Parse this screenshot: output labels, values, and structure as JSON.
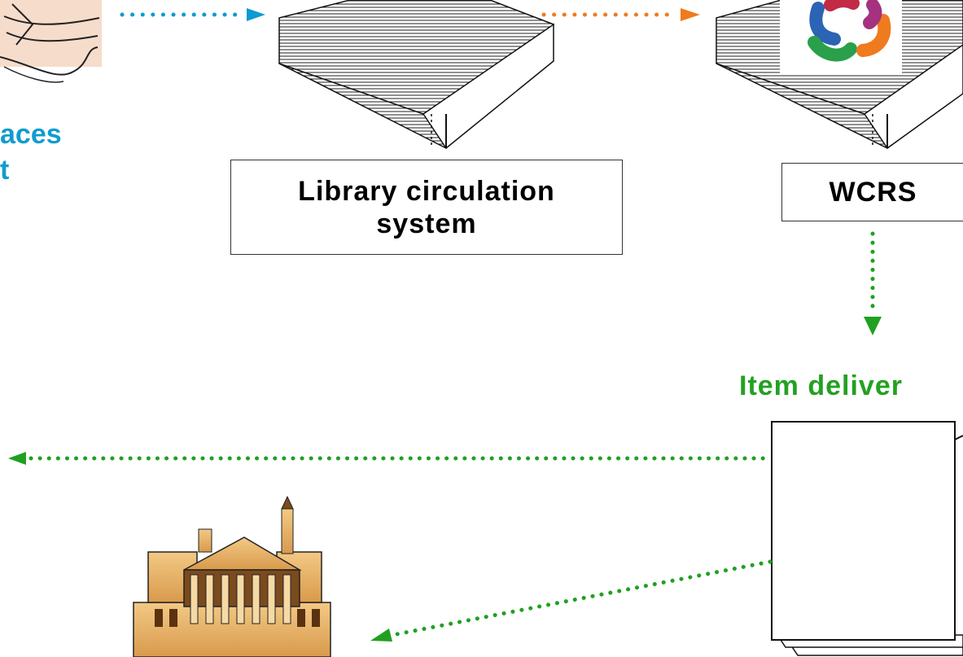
{
  "labels": {
    "user_places_line1": "aces",
    "user_places_line2": "t",
    "library_circulation": "Library circulation system",
    "wcrs": "WCRS",
    "item_delivery": "Item deliver"
  },
  "colors": {
    "request_arrow": "#0e9ad0",
    "order_arrow": "#f07a1e",
    "delivery_arrow": "#21a020",
    "user_text": "#119ccf",
    "delivery_text": "#23a122"
  },
  "icons": [
    "person-reading-icon",
    "server-icon",
    "server-icon",
    "wcrs-logo-icon",
    "document-stack-icon",
    "library-building-icon"
  ]
}
